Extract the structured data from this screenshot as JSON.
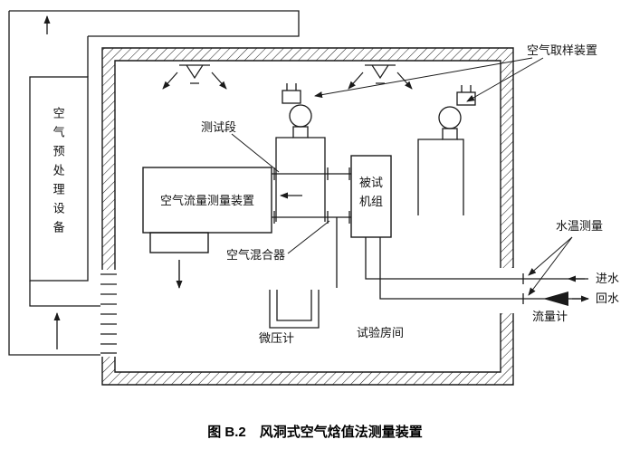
{
  "figure": {
    "caption": "图 B.2　风洞式空气焓值法测量装置"
  },
  "labels": {
    "air_sampling_device": "空气取样装置",
    "air_pretreatment_equipment": "空气预处理设备",
    "test_section": "测试段",
    "air_flow_measuring_device": "空气流量测量装置",
    "unit_under_test": "被试机组",
    "air_mixer": "空气混合器",
    "micro_manometer": "微压计",
    "test_room": "试验房间",
    "water_temperature_measurement": "水温测量",
    "water_inlet": "进水",
    "water_return": "回水",
    "flow_meter": "流量计"
  },
  "colors": {
    "line": "#1a1a1a",
    "background": "#ffffff"
  }
}
